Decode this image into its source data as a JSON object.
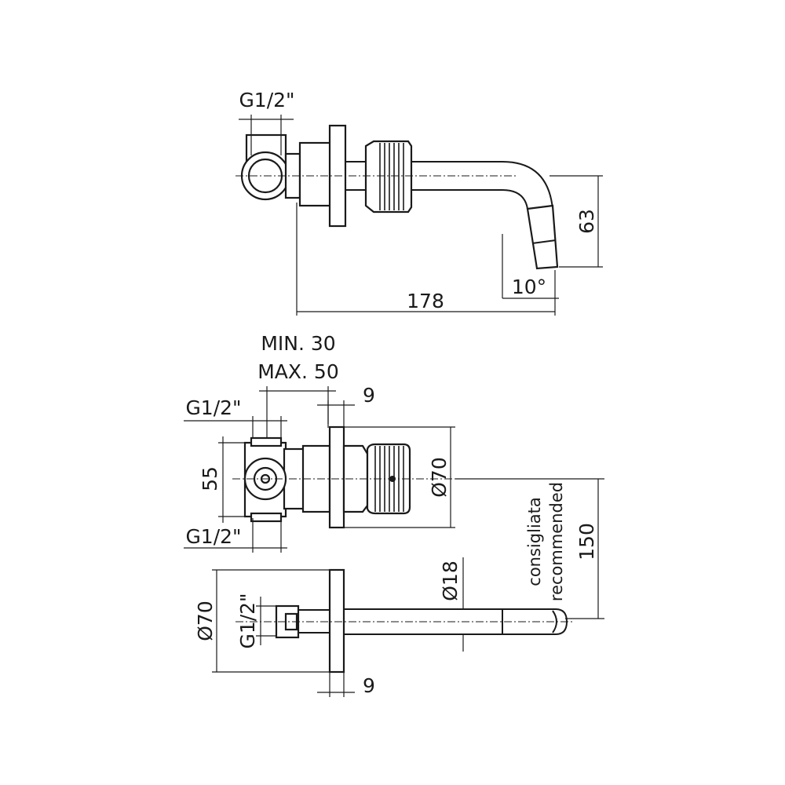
{
  "side_view": {
    "thread_top": "G1/2\"",
    "projection": "178",
    "height": "63",
    "angle": "10°"
  },
  "front_view": {
    "wall_min": "MIN. 30",
    "wall_max": "MAX. 50",
    "thread_upper": "G1/2\"",
    "thread_lower": "G1/2\"",
    "body_height": "55",
    "plate_thickness": "9",
    "plate_diameter": "Ø70",
    "spacing": "150",
    "note_it": "consigliata",
    "note_en": "recommended"
  },
  "spout_view": {
    "plate_diameter": "Ø70",
    "thread": "G1/2\"",
    "spout_diameter": "Ø18",
    "plate_thickness": "9"
  }
}
